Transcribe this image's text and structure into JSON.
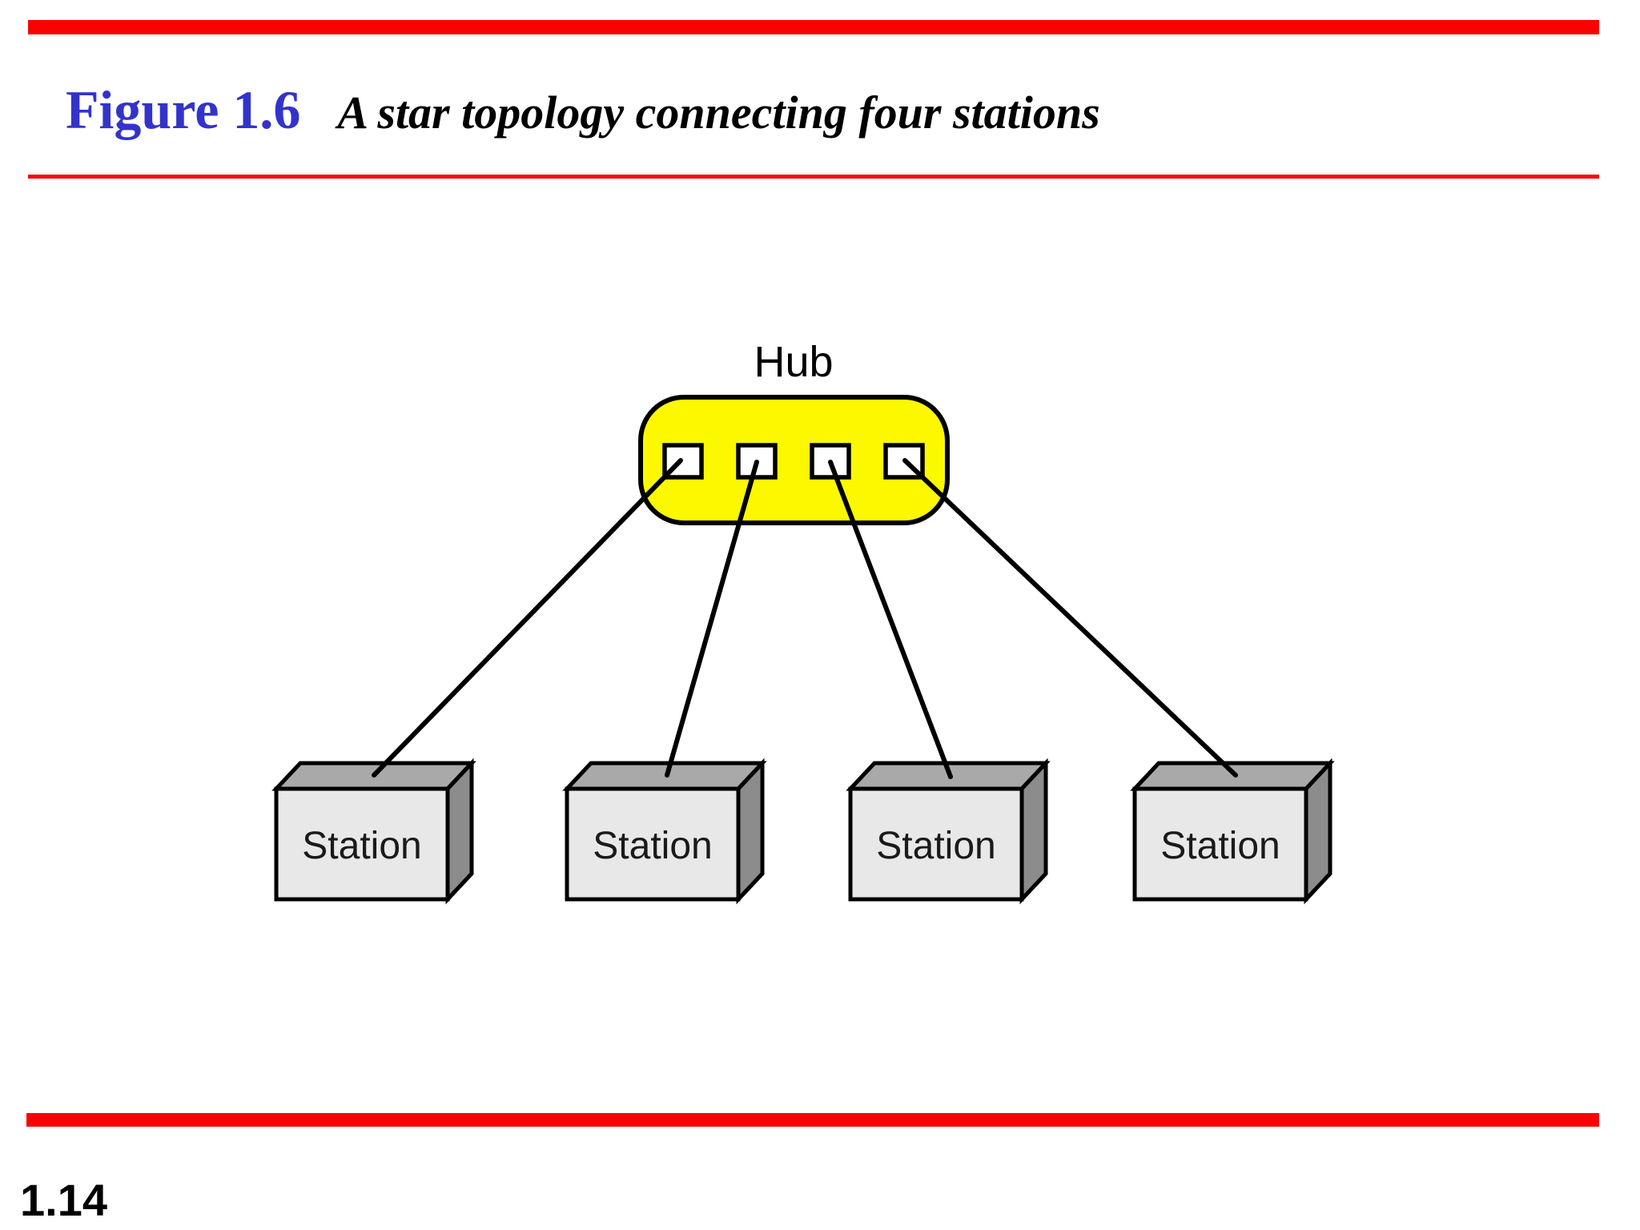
{
  "header": {
    "figure_label": "Figure 1.6",
    "figure_caption": "A star topology connecting four stations"
  },
  "diagram": {
    "hub": {
      "label": "Hub",
      "port_count": 4
    },
    "stations": [
      {
        "label": "Station"
      },
      {
        "label": "Station"
      },
      {
        "label": "Station"
      },
      {
        "label": "Station"
      }
    ]
  },
  "footer": {
    "page_number": "1.14"
  },
  "colors": {
    "accent_red": "#F90202",
    "figure_label_blue": "#3333CC",
    "hub_fill_yellow": "#FCF800",
    "station_front_gray": "#E8E8E8",
    "station_top_gray": "#A9A9A9",
    "station_side_gray": "#8C8C8C",
    "outline_black": "#000000"
  }
}
